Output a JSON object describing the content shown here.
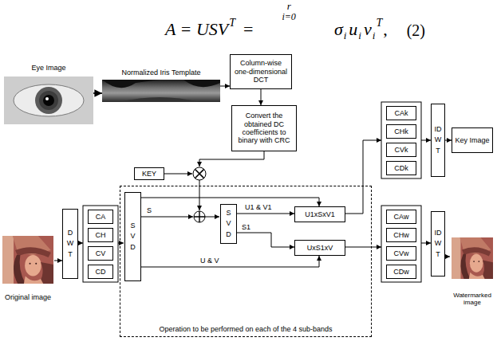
{
  "diagram": {
    "nodes": [
      {
        "text": [
          "Eye Image"
        ]
      },
      {
        "text": [
          "Normalized Iris Template"
        ]
      },
      {
        "text": [
          "Column-wise one-dimensional DCT"
        ]
      },
      {
        "text": [
          "Convert the obtained DC coefficients to binary with CRC"
        ]
      },
      {
        "text": [
          "KEY"
        ]
      },
      {
        "text": [
          "Operation to be performed on each of the 4 sub-bands"
        ]
      },
      {
        "text": [
          "SVD"
        ],
        "in": 5
      },
      {
        "text": [
          "SVD"
        ],
        "in": 5
      },
      {
        "text": [
          "U1xSxV1"
        ],
        "in": 5
      },
      {
        "text": [
          "UxS1xV"
        ],
        "in": 5
      },
      {
        "text": [
          "CAk"
        ]
      },
      {
        "text": [
          "CHk"
        ]
      },
      {
        "text": [
          "CVk"
        ]
      },
      {
        "text": [
          "CDk"
        ]
      },
      {
        "text": [
          "IDWT"
        ]
      },
      {
        "text": [
          "Key Image"
        ]
      },
      {
        "text": [
          "Original image"
        ]
      },
      {
        "text": [
          "DWT"
        ]
      },
      {
        "text": [
          "CA"
        ]
      },
      {
        "text": [
          "CH"
        ]
      },
      {
        "text": [
          "CV"
        ]
      },
      {
        "text": [
          "CD"
        ]
      },
      {
        "text": [
          "CAw"
        ]
      },
      {
        "text": [
          "CHw"
        ]
      },
      {
        "text": [
          "CVw"
        ]
      },
      {
        "text": [
          "CDw"
        ]
      },
      {
        "text": [
          "IDWT"
        ]
      },
      {
        "text": [
          "Watermarked image"
        ]
      }
    ],
    "edges": [
      {
        "from": 0,
        "to": 1,
        "arrow": "to"
      },
      {
        "from": 1,
        "to": 2,
        "arrow": "to"
      },
      {
        "from": 2,
        "to": 3,
        "arrow": "to"
      },
      {
        "from": 16,
        "to": 17,
        "arrow": "to"
      },
      {
        "from": 6,
        "to": 8,
        "arrow": "to"
      },
      {
        "from": 7,
        "to": 8,
        "label": "U1 & V1",
        "arrow": "to"
      },
      {
        "from": 7,
        "to": 9,
        "label": "S1",
        "arrow": "to"
      },
      {
        "from": 6,
        "to": 9,
        "label": "U & V",
        "arrow": "to"
      },
      {
        "from": 14,
        "to": 15,
        "arrow": "to"
      },
      {
        "from": 26,
        "to": 27,
        "arrow": "to"
      }
    ],
    "labels": [
      "A = USV",
      "T",
      "=",
      "r",
      "i=0",
      "σ",
      "i",
      "u",
      "i",
      "v",
      "i",
      "T",
      ",",
      "(2)",
      "S"
    ]
  }
}
